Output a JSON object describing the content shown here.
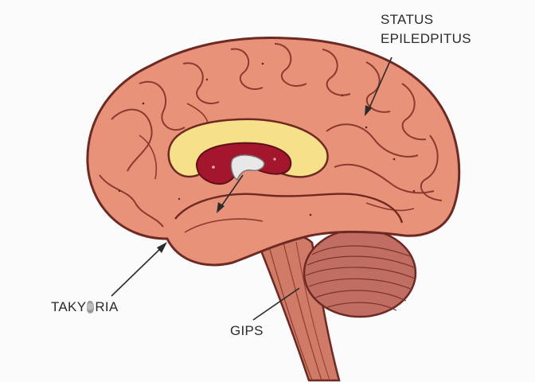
{
  "labels": {
    "status_line1": "STATUS",
    "status_line2": "EPILEDPITUS",
    "tak_prefix": "TAKY",
    "tak_suffix": "RIA",
    "gips": "GIPS"
  },
  "colors": {
    "cortex_fill": "#e8927a",
    "cortex_light": "#f2a98f",
    "outline": "#6e2a22",
    "corpus_yellow": "#f6e08a",
    "inner_red": "#a3162b",
    "cerebellum": "#c06e63",
    "brainstem": "#d07a68",
    "text": "#2b2b2b"
  }
}
